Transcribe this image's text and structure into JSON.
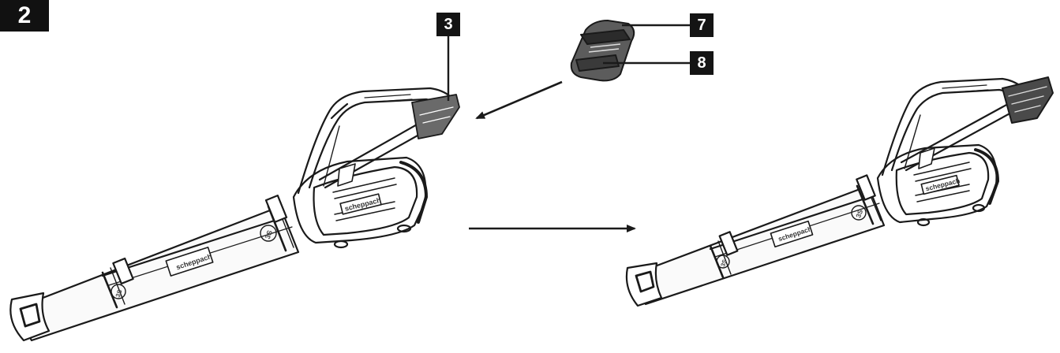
{
  "figure": {
    "step_number": "2",
    "callouts": [
      {
        "id": "3",
        "label": "3"
      },
      {
        "id": "7",
        "label": "7"
      },
      {
        "id": "8",
        "label": "8"
      }
    ],
    "brand_mark": "scheppach",
    "side_mark": "3S"
  },
  "colors": {
    "ink": "#1a1a1a",
    "badge": "#111111",
    "paper": "#ffffff"
  }
}
